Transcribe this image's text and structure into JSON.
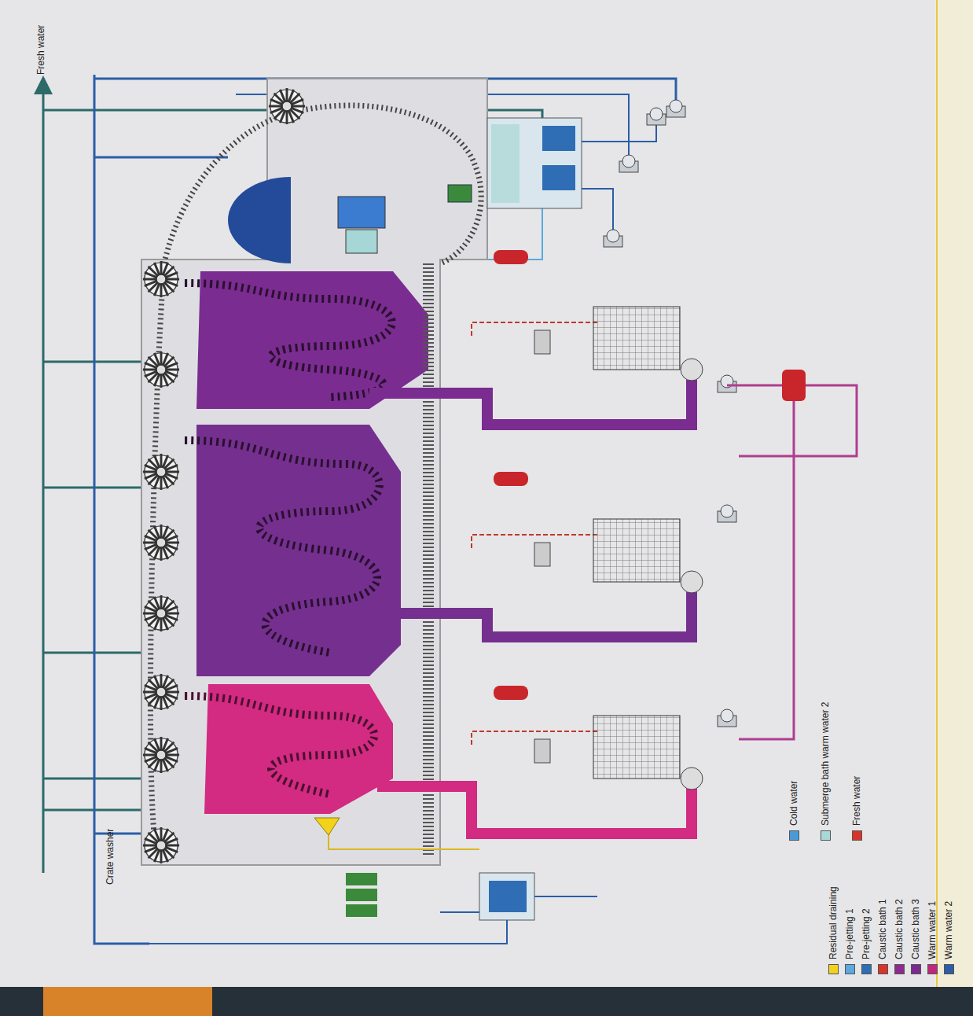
{
  "diagram": {
    "labels": [
      "Crate washer",
      "Fresh water"
    ],
    "legend": [
      {
        "text": "Residual draining",
        "color": "#f2d21b"
      },
      {
        "text": "Pre-jetting 1",
        "color": "#5aa9e0"
      },
      {
        "text": "Pre-jetting 2",
        "color": "#2f6db5"
      },
      {
        "text": "Caustic bath 1",
        "color": "#d9342b"
      },
      {
        "text": "Caustic bath 2",
        "color": "#8e2a8e"
      },
      {
        "text": "Caustic bath 3",
        "color": "#7a2a90"
      },
      {
        "text": "Warm water 1",
        "color": "#c0267a"
      },
      {
        "text": "Warm water 2",
        "color": "#2a5ea8"
      },
      {
        "text": "Cold water",
        "color": "#4a9ad8"
      },
      {
        "text": "Submerge bath warm water 2",
        "color": "#a8d8d8"
      },
      {
        "text": "Fresh water",
        "color": "#d9342b"
      }
    ]
  }
}
